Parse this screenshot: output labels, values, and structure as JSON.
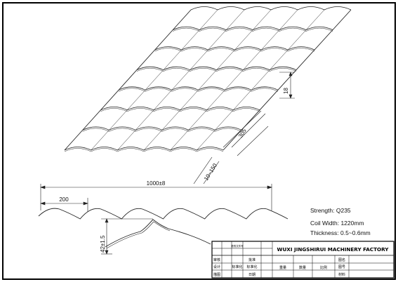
{
  "drawing": {
    "dimensions": {
      "step_height": "18",
      "tile_pitch": "305",
      "edge_overlap": "10~150",
      "total_width": "1000±8",
      "wave_pitch": "200",
      "profile_height": "42±1.5"
    },
    "specs": {
      "strength": "Strength: Q235",
      "coil_width": "Coil Width: 1220mm",
      "thickness": "Thickness: 0.5~0.6mm"
    },
    "title_block": {
      "company": "WUXI JINGSHIRUI MACHINERY FACTORY",
      "row_labels": [
        "审核",
        "设计",
        "标准化",
        "描图"
      ],
      "mid_labels": [
        "批准",
        "标准化",
        "日期"
      ],
      "col_labels": [
        "重量",
        "数量",
        "比例"
      ],
      "right_labels": [
        "图名",
        "图号",
        "材料"
      ],
      "header_small": "更改文件号"
    }
  }
}
